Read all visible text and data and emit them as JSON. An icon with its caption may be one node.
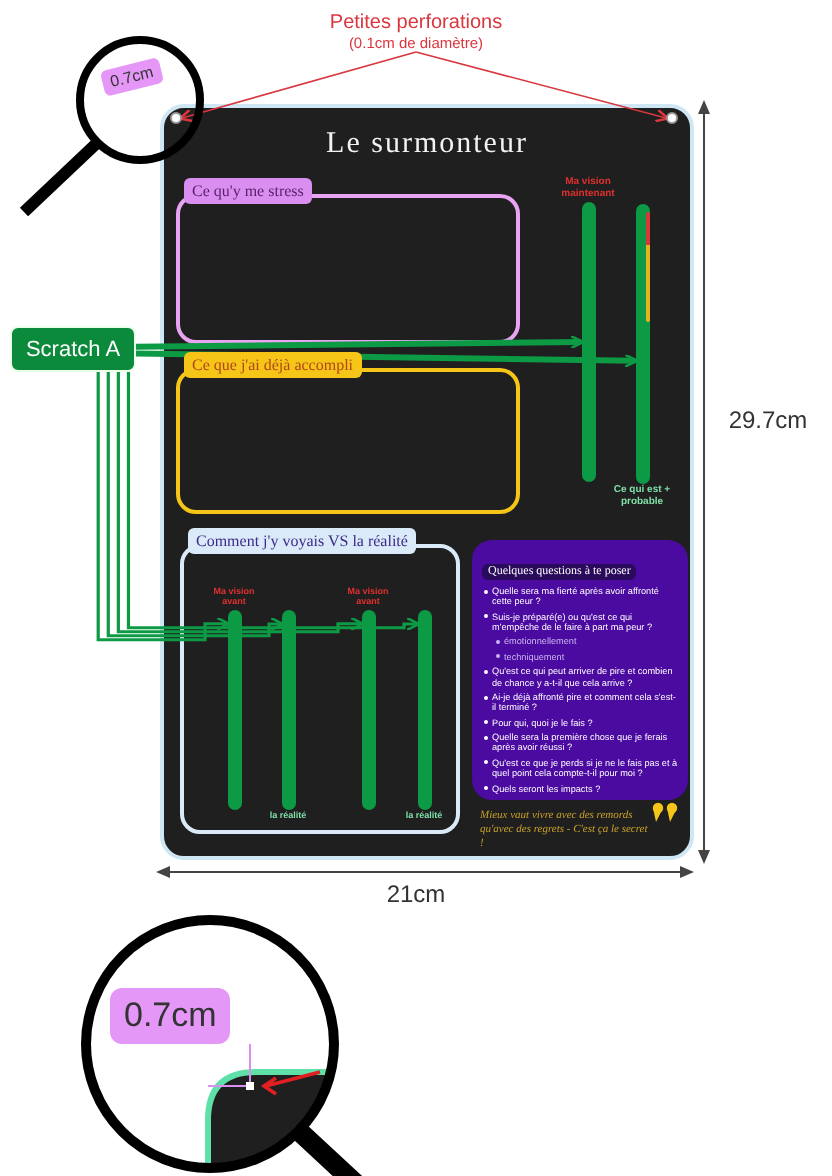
{
  "diagram": {
    "title": "Le surmonteur",
    "nodes": [
      {
        "text": [
          "Petites perforations",
          "(0.1cm de diamètre)"
        ]
      },
      {
        "text": [],
        "shape": "circle",
        "in": 3
      },
      {
        "text": [],
        "shape": "circle",
        "in": 3
      },
      {
        "text": [],
        "shape": "box"
      },
      {
        "text": [
          "Ce qu'y me stress"
        ],
        "in": 3
      },
      {
        "text": [
          "Ce que j'ai déjà accompli"
        ],
        "in": 3
      },
      {
        "text": [
          "Ma vision maintenant"
        ],
        "in": 3
      },
      {
        "text": [
          "Ce qui est + probable"
        ],
        "in": 3
      },
      {
        "text": [
          "Comment j'y voyais VS la réalité"
        ],
        "in": 3
      },
      {
        "text": [
          "Ma vision avant"
        ],
        "in": 8
      },
      {
        "text": [
          "la réalité"
        ],
        "in": 8
      },
      {
        "text": [
          "Ma vision avant"
        ],
        "in": 8
      },
      {
        "text": [
          "la réalité"
        ],
        "in": 8
      },
      {
        "text": [
          "Quelques questions à te poser",
          "Quelle sera ma fierté après avoir affronté cette peur ?",
          "Suis-je préparé(e) ou qu'est ce qui m'empêche de le faire à part ma peur ?",
          "émotionnellement",
          "techniquement",
          "Qu'est ce qui peut arriver de pire et combien de chance y a-t-il que cela arrive ?",
          "Ai-je déjà affronté pire et comment cela s'est-il terminé ?",
          "Pour qui, quoi je le fais ?",
          "Quelle sera la première chose que je ferais après avoir réussi ?",
          "Qu'est ce que je perds si je ne le fais pas et à quel point cela compte-t-il pour moi ?",
          "Quels seront les impacts ?"
        ],
        "in": 3,
        "beside": [
          "Mieux vaut vivre avec des remords qu'avec des regrets - C'est ça le secret !"
        ]
      },
      {
        "text": [
          "Scratch A"
        ]
      }
    ],
    "edges": [
      {
        "from": 0,
        "to": 1,
        "arrow": "to",
        "color": "#d9363e"
      },
      {
        "from": 0,
        "to": 2,
        "arrow": "to",
        "color": "#d9363e"
      },
      {
        "from": 14,
        "to": 6,
        "arrow": "to"
      },
      {
        "from": 14,
        "to": 7,
        "arrow": "to"
      },
      {
        "from": 14,
        "to": 9,
        "arrow": "to"
      },
      {
        "from": 14,
        "to": 10,
        "arrow": "to"
      },
      {
        "from": 14,
        "to": 11,
        "arrow": "to"
      },
      {
        "from": 14,
        "to": 12,
        "arrow": "to"
      }
    ],
    "labels": [
      "0.7cm",
      "29.7cm",
      "21cm",
      "0.7cm"
    ]
  }
}
